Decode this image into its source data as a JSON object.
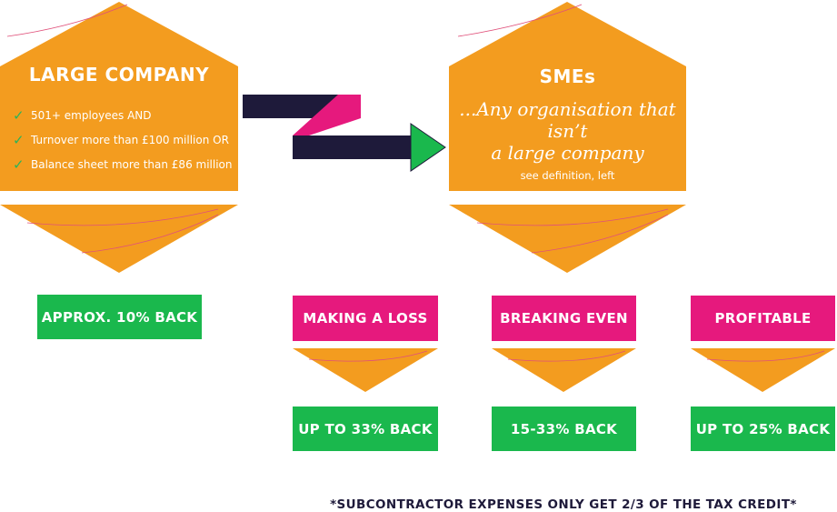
{
  "colors": {
    "orange": "#f39c1f",
    "navy": "#1e1a3a",
    "magenta": "#e6197d",
    "green": "#1ab84d",
    "accent_line": "#e0507a"
  },
  "large": {
    "title": "LARGE COMPANY",
    "criteria": [
      "501+ employees AND",
      "Turnover more than £100 million OR",
      "Balance sheet more than £86 million"
    ],
    "result": "APPROX. 10% BACK"
  },
  "sme": {
    "title": "SMEs",
    "subtitle_line1": "...Any organisation that isn’t",
    "subtitle_line2": "a large company",
    "note": "see definition, left"
  },
  "categories": [
    {
      "label": "MAKING A LOSS",
      "result": "UP TO 33% BACK"
    },
    {
      "label": "BREAKING EVEN",
      "result": "15-33% BACK"
    },
    {
      "label": "PROFITABLE",
      "result": "UP TO 25% BACK"
    }
  ],
  "footer": "*SUBCONTRACTOR EXPENSES ONLY GET 2/3 OF THE TAX CREDIT*"
}
